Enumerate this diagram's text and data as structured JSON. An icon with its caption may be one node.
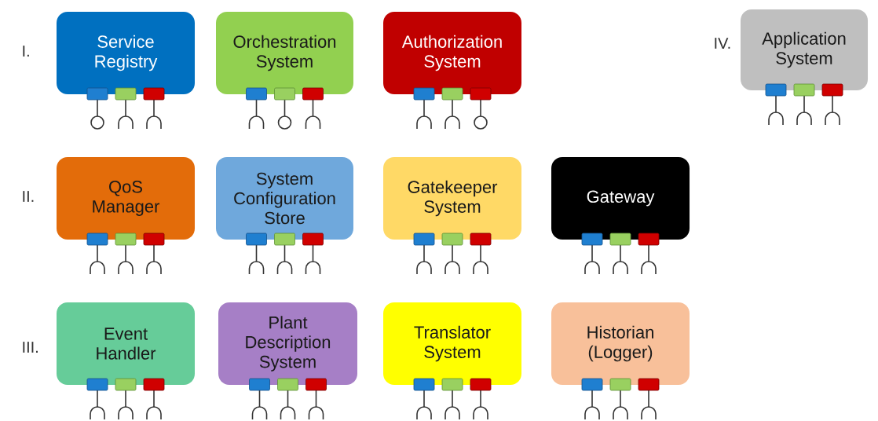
{
  "diagram": {
    "nodes": [
      {
        "text": [
          "Service Registry"
        ]
      },
      {
        "text": [
          "Orchestration System"
        ]
      },
      {
        "text": [
          "Authorization System"
        ]
      },
      {
        "text": [
          "Application System"
        ]
      },
      {
        "text": [
          "QoS Manager"
        ]
      },
      {
        "text": [
          "System Configuration Store"
        ]
      },
      {
        "text": [
          "Gatekeeper System"
        ]
      },
      {
        "text": [
          "Gateway"
        ]
      },
      {
        "text": [
          "Event Handler"
        ]
      },
      {
        "text": [
          "Plant Description System"
        ]
      },
      {
        "text": [
          "Translator System"
        ]
      },
      {
        "text": [
          "Historian (Logger)"
        ]
      }
    ],
    "labels": [
      "I.",
      "IV.",
      "II.",
      "III."
    ]
  }
}
